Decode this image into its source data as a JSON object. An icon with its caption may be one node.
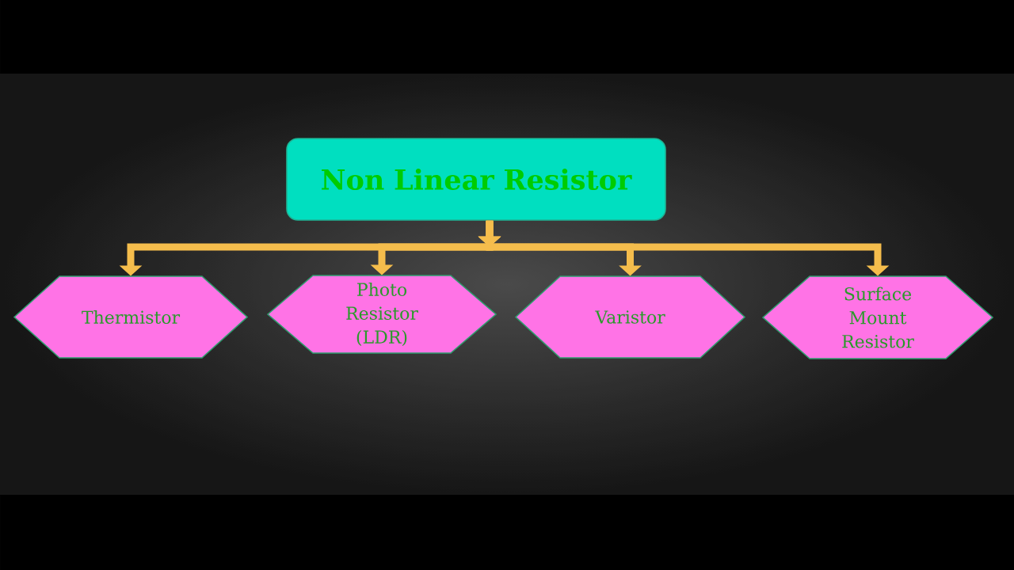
{
  "diagram": {
    "nodes": [
      {
        "text": [
          "Non Linear Resistor"
        ]
      },
      {
        "text": [
          "Thermistor"
        ]
      },
      {
        "text": [
          "Photo Resistor (LDR)"
        ]
      },
      {
        "text": [
          "Varistor"
        ]
      },
      {
        "text": [
          "Surface Mount Resistor"
        ]
      }
    ],
    "edges": [
      {
        "from": 0,
        "to": 1,
        "arrow": "to"
      },
      {
        "from": 0,
        "to": 2,
        "arrow": "to"
      },
      {
        "from": 0,
        "to": 3,
        "arrow": "to"
      },
      {
        "from": 0,
        "to": 4,
        "arrow": "to"
      }
    ]
  }
}
